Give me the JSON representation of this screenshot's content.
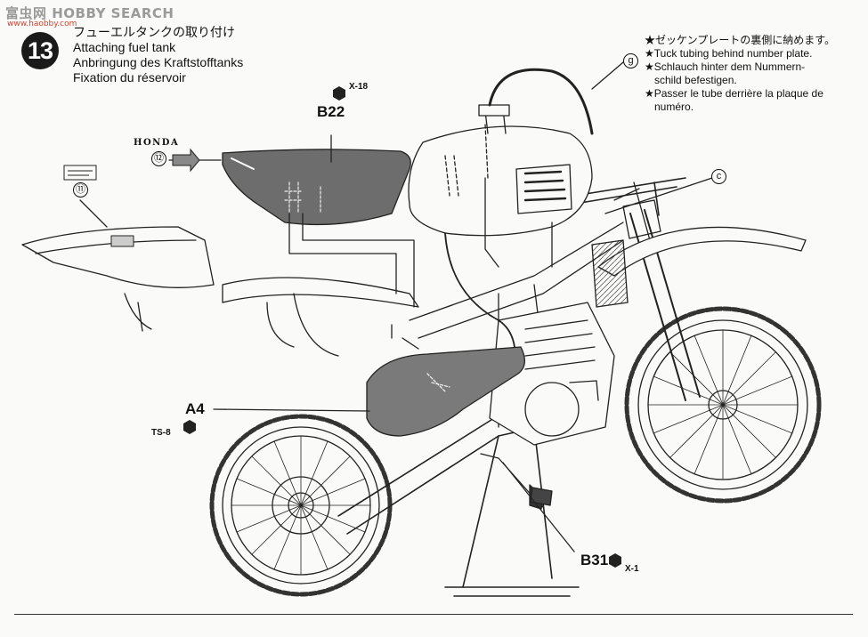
{
  "watermark": {
    "text": "富虫网 HOBBY SEARCH",
    "url": "www.haobby.com"
  },
  "step": {
    "number": "13",
    "title_jp": "フューエルタンクの取り付け",
    "title_en": "Attaching fuel tank",
    "title_de": "Anbringung des Kraftstofftanks",
    "title_fr": "Fixation du réservoir"
  },
  "note": {
    "jp": "★ゼッケンプレートの裏側に納めます。",
    "en": "★Tuck tubing behind number plate.",
    "de_1": "★Schlauch hinter dem Nummern-",
    "de_2": "schild befestigen.",
    "fr_1": "★Passer le tube derrière la plaque de",
    "fr_2": "numéro."
  },
  "parts": {
    "b22": "B22",
    "x18": "X-18",
    "a4": "A4",
    "ts8": "TS-8",
    "b31": "B31",
    "x1": "X-1",
    "g": "g",
    "c": "c",
    "n11": "⑪",
    "n12": "⑫",
    "honda": "HONDA"
  },
  "icons": [
    "hex-nut-icon",
    "arrow-right-icon"
  ]
}
